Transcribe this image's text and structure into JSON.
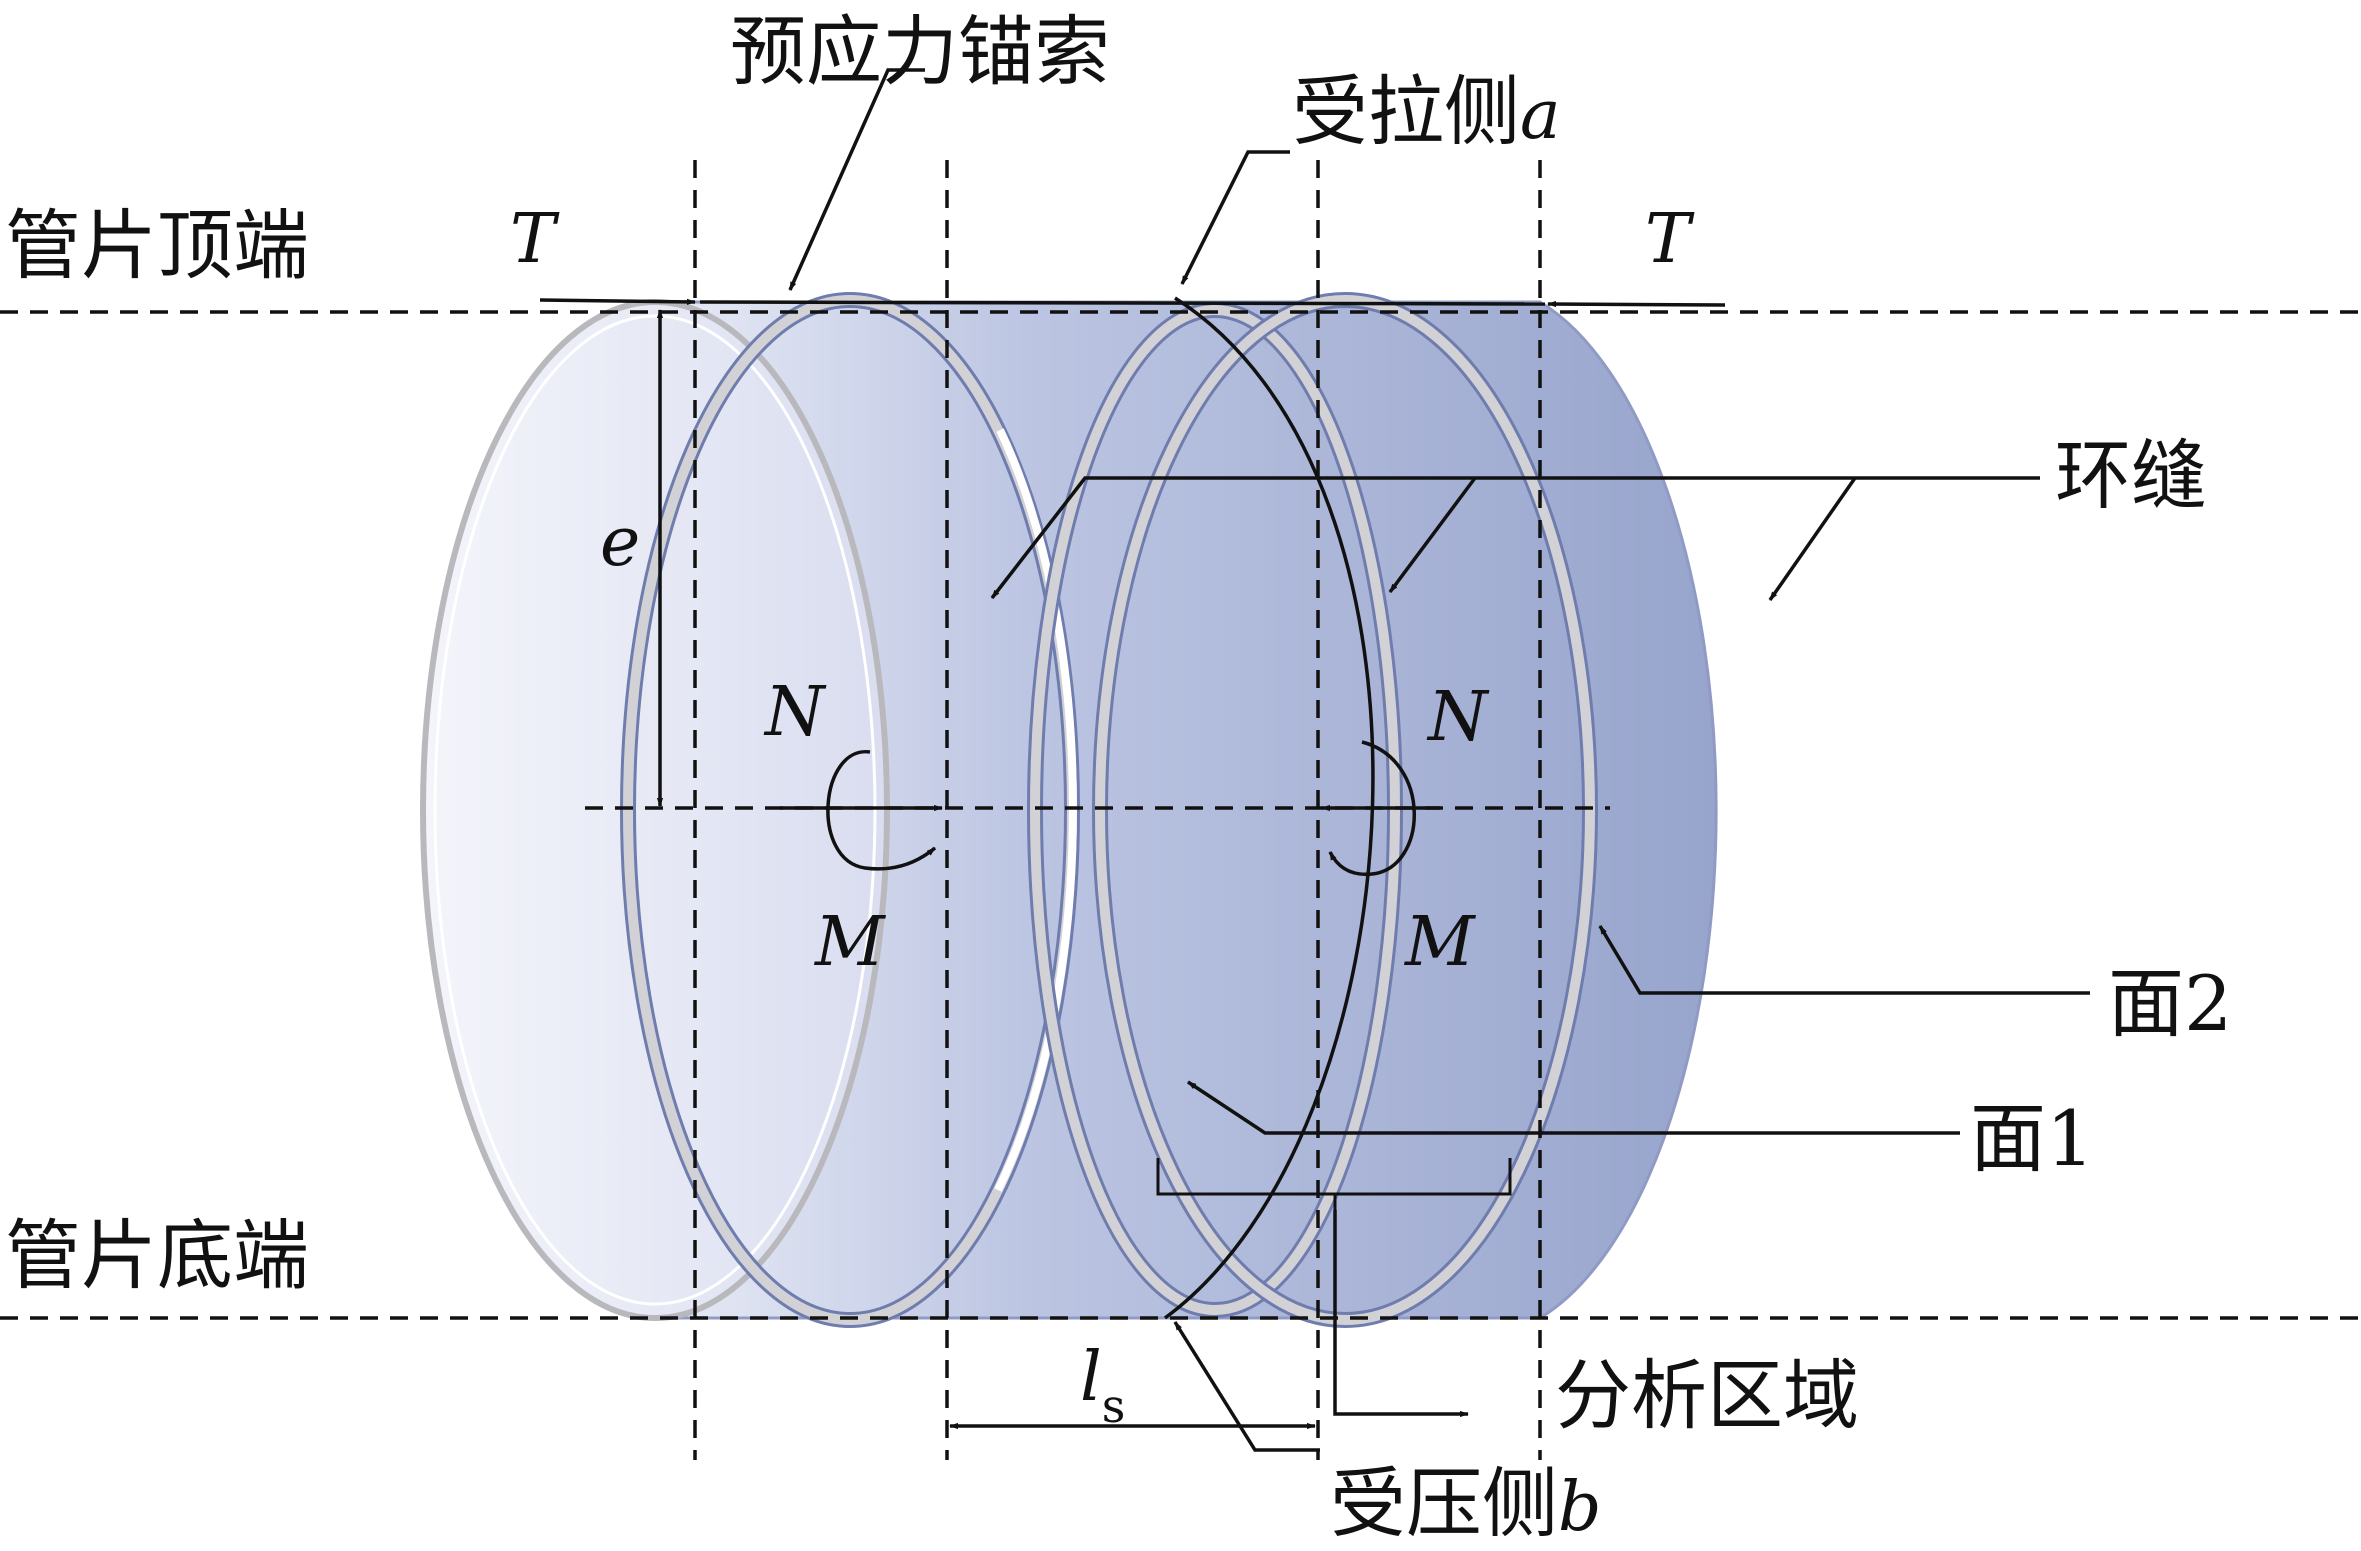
{
  "labels": {
    "anchor_cable": "预应力锚索",
    "tension_side": "受拉侧",
    "tension_side_var": "a",
    "segment_top": "管片顶端",
    "segment_bottom": "管片底端",
    "ring_joint": "环缝",
    "face2": "面2",
    "face1": "面1",
    "analysis_region": "分析区域",
    "compression_side": "受压侧",
    "compression_side_var": "b",
    "force_T_left": "T",
    "force_T_right": "T",
    "eccentricity": "e",
    "axial_N_left": "N",
    "axial_N_right": "N",
    "moment_M_left": "M",
    "moment_M_right": "M",
    "spacing_l": "l",
    "spacing_sub": "s"
  },
  "colors": {
    "cylinder_fill": "#a3b0d3",
    "cylinder_light": "#e6e9f6",
    "ring_gray": "#c9c9cc",
    "ring_edge": "#7784b3",
    "line": "#111111"
  }
}
